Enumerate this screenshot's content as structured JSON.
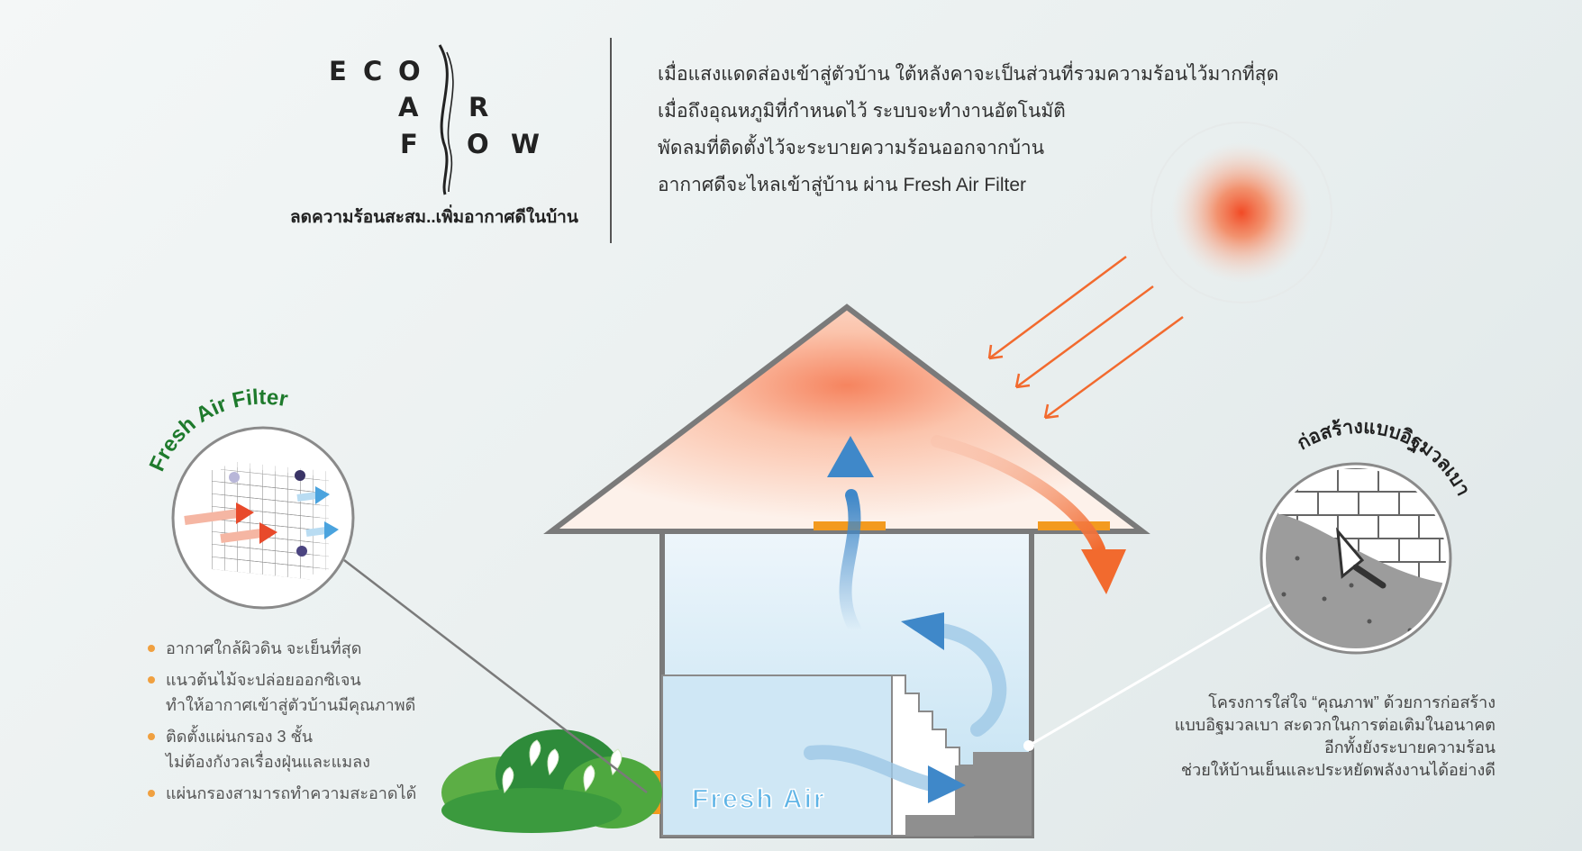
{
  "logo": {
    "letters": {
      "e": "E",
      "c": "C",
      "o": "O",
      "a": "A",
      "r": "R",
      "f": "F",
      "o2": "O",
      "w": "W"
    },
    "tagline": "ลดความร้อนสะสม..เพิ่มอากาศดีในบ้าน"
  },
  "intro": [
    "เมื่อแสงแดดส่องเข้าสู่ตัวบ้าน ใต้หลังคาจะเป็นส่วนที่รวมความร้อนไว้มากที่สุด",
    "เมื่อถึงอุณหภูมิที่กำหนดไว้ ระบบจะทำงานอัตโนมัติ",
    "พัดลมที่ติดตั้งไว้จะระบายความร้อนออกจากบ้าน",
    "อากาศดีจะไหลเข้าสู่บ้าน ผ่าน Fresh Air Filter"
  ],
  "filter_title": "Fresh Air Filter",
  "fresh_air_label": "Fresh Air",
  "bullets": [
    [
      "อากาศใกล้ผิวดิน จะเย็นที่สุด"
    ],
    [
      "แนวต้นไม้จะปล่อยออกซิเจน",
      "ทำให้อากาศเข้าสู่ตัวบ้านมีคุณภาพดี"
    ],
    [
      "ติดตั้งแผ่นกรอง 3 ชั้น",
      "ไม่ต้องกังวลเรื่องฝุ่นและแมลง"
    ],
    [
      "แผ่นกรองสามารถทำความสะอาดได้"
    ]
  ],
  "construction_title": "ก่อสร้างแบบอิฐมวลเบา",
  "construction_text": [
    "โครงการใส่ใจ “คุณภาพ” ด้วยการก่อสร้าง",
    "แบบอิฐมวลเบา สะดวกในการต่อเติมในอนาคต",
    "อีกทั้งยังระบายความร้อน",
    "ช่วยให้บ้านเย็นและประหยัดพลังงานได้อย่างดี"
  ],
  "colors": {
    "accent_orange": "#f26a2e",
    "fan_orange": "#f39a1f",
    "fresh_air_blue": "#3f88c9",
    "leaf_green": "#2e8b3a",
    "bullet": "#f0a040"
  }
}
